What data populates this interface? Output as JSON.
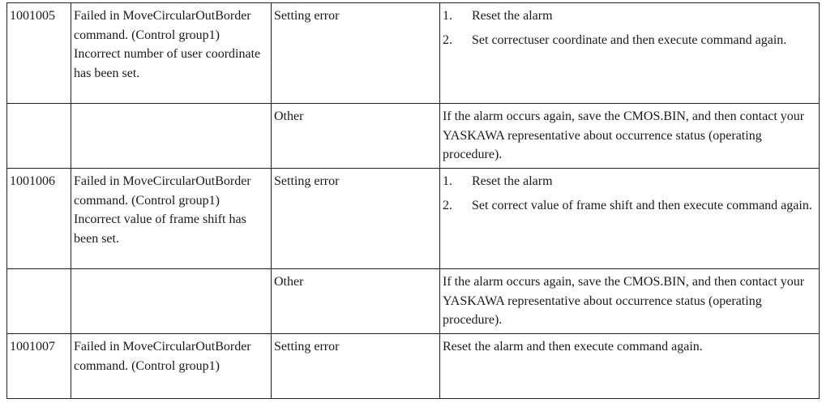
{
  "rows": [
    {
      "code": "1001005",
      "description": "Failed in MoveCircularOutBorder command. (Control group1) Incorrect number of user coordinate has been set.",
      "cause": "Setting error",
      "steps": [
        {
          "num": "1.",
          "text": "Reset the alarm"
        },
        {
          "num": "2.",
          "text": "Set correctuser coordinate and then execute command again."
        }
      ]
    },
    {
      "code": "",
      "description": "",
      "cause": "Other",
      "remedy": "If the alarm occurs again, save the CMOS.BIN, and then contact your YASKAWA representative about occurrence status (operating procedure)."
    },
    {
      "code": "1001006",
      "description": "Failed in MoveCircularOutBorder command. (Control group1) Incorrect value of frame shift has been set.",
      "cause": "Setting error",
      "steps": [
        {
          "num": "1.",
          "text": "Reset the alarm"
        },
        {
          "num": "2.",
          "text": "Set correct value of frame shift and then execute command again."
        }
      ]
    },
    {
      "code": "",
      "description": "",
      "cause": "Other",
      "remedy": "If the alarm occurs again, save the CMOS.BIN, and then contact your YASKAWA representative about occurrence status (operating procedure)."
    },
    {
      "code": "1001007",
      "description": "Failed in MoveCircularOutBorder command. (Control group1)",
      "cause": "Setting error",
      "remedy": "Reset the alarm and then execute command again."
    }
  ]
}
